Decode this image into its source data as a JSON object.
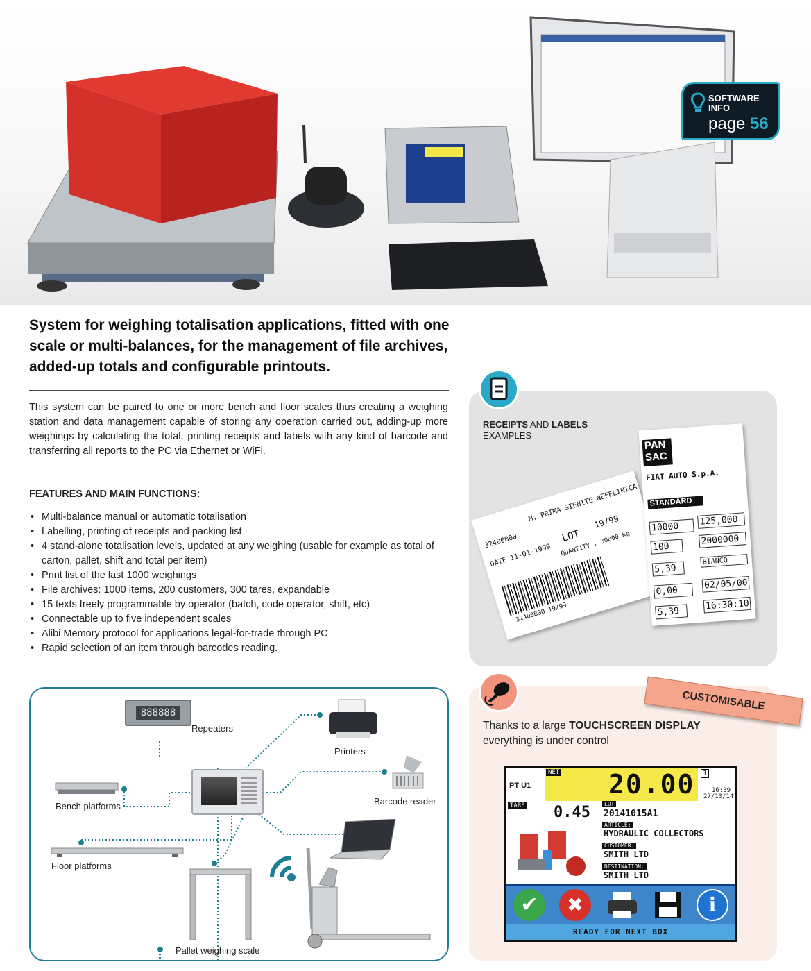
{
  "software_badge": {
    "line1": "SOFTWARE",
    "line2": "INFO",
    "page_word": "page",
    "page_number": "56",
    "accent": "#2aa9c6"
  },
  "headline": "System for weighing totalisation applications, fitted with one scale or multi-balances, for the management of file archives, added-up totals and configurable printouts.",
  "intro": "This system can be paired to one or more bench and floor scales thus creating a weighing station and data management capable of storing any operation carried out, adding-up more weighings by calculating the total, printing receipts and labels with any kind of barcode and transferring all reports to the PC via Ethernet or WiFi.",
  "features": {
    "title": "FEATURES AND MAIN FUNCTIONS:",
    "items": [
      "Multi-balance manual or automatic totalisation",
      "Labelling, printing of receipts and packing list",
      "4 stand-alone totalisation levels, updated at any weighing (usable for example as total of carton, pallet, shift and total per item)",
      "Print list of the last 1000 weighings",
      "File archives: 1000 items, 200 customers, 300 tares, expandable",
      "15 texts freely programmable by operator (batch, code operator, shift, etc)",
      "Connectable up to five independent scales",
      "Alibi Memory protocol for applications legal-for-trade through PC",
      "Rapid selection of an item through barcodes reading."
    ]
  },
  "diagram": {
    "repeaters": "Repeaters",
    "repeater_display": "888888",
    "printers": "Printers",
    "barcode_reader": "Barcode reader",
    "bench_platforms": "Bench platforms",
    "floor_platforms": "Floor platforms",
    "pallet_scale": "Pallet weighing scale",
    "accent": "#1e7f91"
  },
  "receipts": {
    "title_bold1": "RECEIPTS",
    "title_and": " AND ",
    "title_bold2": "LABELS",
    "title_line2": "EXAMPLES",
    "receipt": {
      "code": "32400800",
      "material": "M. PRIMA SIENITE NEFELINICA",
      "date": "DATE 11-01-1999",
      "lot_label": "LOT",
      "lot": "19/99",
      "quantity": "QUANTITY : 30000 Kg",
      "barcode_text": "32400800 19/99"
    },
    "label": {
      "brand1": "PAN",
      "brand2": "SAC",
      "company": "FIAT AUTO S.p.A.",
      "standard": "STANDARD",
      "values": [
        "10000",
        "125,000",
        "100",
        "2000000",
        "5,39",
        "BIANCO",
        "0,00",
        "02/05/00",
        "5,39",
        "16:30:10"
      ]
    }
  },
  "touch": {
    "badge": "CUSTOMISABLE",
    "text_pre": "Thanks to a large ",
    "text_bold": "TOUCHSCREEN DISPLAY",
    "text_line2": "everything is under control",
    "screen": {
      "pt": "PT U1",
      "net_tag": "NET",
      "weight": "20.00",
      "channel": "1",
      "time": "16:39",
      "date": "27/10/14",
      "tare_tag": "TARE",
      "tare": "0.45",
      "lot_tag": "LOT",
      "lot": "20141015A1",
      "article_tag": "ARTICLE:",
      "article": "HYDRAULIC COLLECTORS",
      "customer_tag": "CUSTOMER:",
      "customer": "SMITH LTD",
      "destination_tag": "DESTINATION:",
      "destination": "SMITH LTD",
      "status": "READY FOR NEXT BOX"
    }
  }
}
